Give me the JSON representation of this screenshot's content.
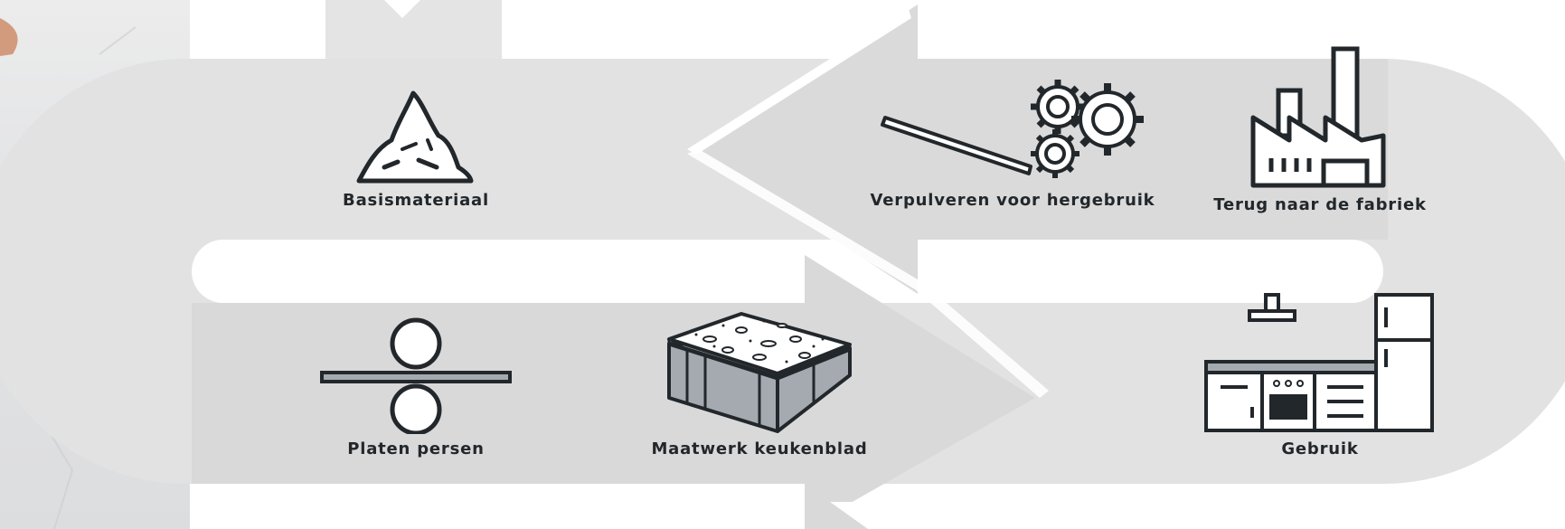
{
  "diagram": {
    "steps": [
      {
        "label": "Basismateriaal",
        "icon": "material-pile-icon"
      },
      {
        "label": "Verpulveren voor hergebruik",
        "icon": "gears-crusher-icon"
      },
      {
        "label": "Terug naar de fabriek",
        "icon": "factory-icon"
      },
      {
        "label": "Platen persen",
        "icon": "press-rollers-icon"
      },
      {
        "label": "Maatwerk keukenblad",
        "icon": "countertop-slab-icon"
      },
      {
        "label": "Gebruik",
        "icon": "kitchen-icon"
      }
    ],
    "colors": {
      "band": "#e2e2e2",
      "arrow": "#d6d6d6",
      "outline": "#22272b",
      "slab_side": "#a4aab0"
    }
  }
}
